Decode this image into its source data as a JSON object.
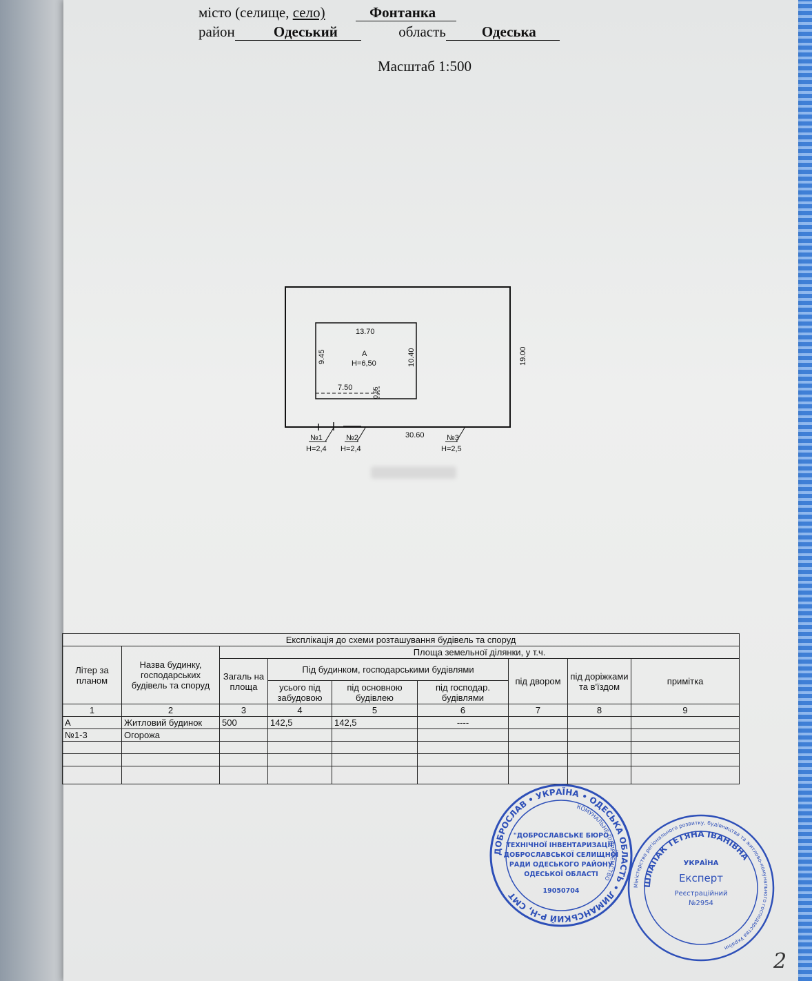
{
  "header": {
    "city_label": "місто (селище,",
    "village_label": "село)",
    "city_value": "Фонтанка",
    "district_label": "район",
    "district_value": "Одеський",
    "region_label": "область",
    "region_value": "Одеська",
    "scale": "Масштаб 1:500"
  },
  "plan": {
    "top_dim": "13.70",
    "left_dim": "9.45",
    "right_dim": "10.40",
    "bottom_dim": "7.50",
    "notch_dim": "0.95",
    "lot_right_dim": "19.00",
    "lot_bottom_dim": "30.60",
    "building_letter": "А",
    "building_height": "Н=6,50",
    "fence1_label": "№1",
    "fence1_height": "Н=2,4",
    "fence2_label": "№2",
    "fence2_height": "Н=2,4",
    "fence3_label": "№3",
    "fence3_height": "Н=2,5"
  },
  "table": {
    "title": "Експлікація до схеми розташування будівель та споруд",
    "col_letter": "Літер за планом",
    "col_name": "Назва будинку, господарських будівель та споруд",
    "area_group": "Площа земельної ділянки, у т.ч.",
    "col_total": "Загаль на площа",
    "under_group": "Під будинком, господарськими будівлями",
    "col_all": "усього під забудовою",
    "col_main": "під основною будівлею",
    "col_household": "під господар. будівлями",
    "col_yard": "під двором",
    "col_paths": "під доріжками та в'їздом",
    "col_note": "примітка",
    "col_numbers": [
      "1",
      "2",
      "3",
      "4",
      "5",
      "6",
      "7",
      "8",
      "9"
    ],
    "rows": [
      [
        "А",
        "Житловий будинок",
        "500",
        "142,5",
        "142,5",
        "----",
        "",
        "",
        ""
      ],
      [
        "№1-3",
        "Огорожа",
        "",
        "",
        "",
        "",
        "",
        "",
        ""
      ],
      [
        "",
        "",
        "",
        "",
        "",
        "",
        "",
        "",
        ""
      ],
      [
        "",
        "",
        "",
        "",
        "",
        "",
        "",
        "",
        ""
      ],
      [
        "",
        "",
        "",
        "",
        "",
        "",
        "",
        "",
        ""
      ]
    ]
  },
  "stamp1": {
    "ring_text": "ДОБРОСЛАВ • УКРАЇНА • ОДЕСЬКА ОБЛАСТЬ • ЛИМАНСЬКИЙ Р-Н, СМТ",
    "inner_ring": "КОМУНАЛЬНЕ ПІДПРИЄМСТВО",
    "lines": [
      "\"ДОБРОСЛАВСЬКЕ БЮРО",
      "ТЕХНІЧНОЇ ІНВЕНТАРИЗАЦІЇ\"",
      "ДОБРОСЛАВСЬКОЇ СЕЛИЩНОЇ",
      "РАДИ ОДЕСЬКОГО РАЙОНУ",
      "ОДЕСЬКОЇ ОБЛАСТІ"
    ],
    "code": "19050704"
  },
  "stamp2": {
    "ring_text": "Міністерство регіонального розвитку, будівництва та житлово-комунального господарства України",
    "inner_ring": "УКРАЇНА",
    "title": "Експерт",
    "line1": "Реєстраційний",
    "line2": "№2954",
    "name": "ШЛАПАК ТЕТЯНА ІВАНІВНА"
  },
  "page_number": "2"
}
